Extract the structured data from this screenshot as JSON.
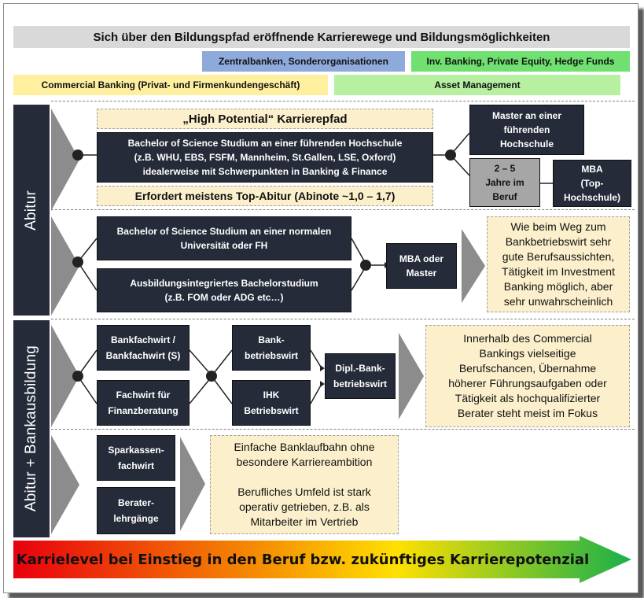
{
  "header": {
    "title": "Sich über den Bildungspfad eröffnende Karrierewege und Bildungsmöglichkeiten",
    "labels": {
      "central_banks": "Zentralbanken, Sonderorganisationen",
      "ib_pe_hf": "Inv. Banking, Private Equity, Hedge Funds",
      "commercial": "Commercial Banking (Privat- und Firmenkundengeschäft)",
      "asset_mgmt": "Asset Management"
    }
  },
  "colors": {
    "central_banks": "#8eaadb",
    "ib_pe_hf": "#70e070",
    "commercial": "#fff0a0",
    "asset_mgmt": "#b6f0a0",
    "box": "#262b3a",
    "note": "#fcf0cc"
  },
  "sidebar": {
    "abitur": "Abitur",
    "abitur_bank": "Abitur + Bankausbildung"
  },
  "sections": {
    "high_potential": {
      "heading": "„High Potential“ Karrierepfad",
      "bachelor": "Bachelor of Science Studium an einer führenden Hochschule\n(z.B. WHU,  EBS,  FSFM, Mannheim, St.Gallen, LSE, Oxford)\nidealerweise  mit Schwerpunkten  in Banking & Finance",
      "requirement": "Erfordert meistens Top-Abitur (Abinote ~1,0 – 1,7)",
      "master": "Master an einer\nführenden\nHochschule",
      "years": "2 – 5\nJahre im\nBeruf",
      "mba": "MBA\n(Top-\nHochschule)"
    },
    "normal": {
      "bachelor": "Bachelor of Science Studium an einer normalen\nUniversität oder FH",
      "integrated": "Ausbildungsintegriertes Bachelorstudium\n(z.B. FOM oder ADG etc…)",
      "mba_master": "MBA oder\nMaster",
      "note": "Wie beim Weg zum\nBankbetriebswirt sehr\ngute Berufsaussichten,\nTätigkeit im Investment\nBanking möglich, aber\nsehr unwahrscheinlich"
    },
    "bank": {
      "fachwirt": "Bankfachwirt /\nBankfachwirt  (S)",
      "finanz": "Fachwirt für\nFinanzberatung",
      "betriebswirt": "Bank-\nbetriebswirt",
      "ihk": "IHK\nBetriebswirt",
      "dipl": "Dipl.-Bank-\nbetriebswirt",
      "note": "Innerhalb  des Commercial\nBankings vielseitige\nBerufschancen,  Übernahme\nhöherer Führungsaufgaben  oder\nTätigkeit als hochqualifizierter\nBerater steht meist im Fokus"
    },
    "sparkasse": {
      "fachwirt": "Sparkassen-\nfachwirt",
      "berater": "Berater-\nlehrgänge",
      "note": "Einfache Banklaufbahn  ohne\nbesondere Karriereambition\n\nBerufliches Umfeld ist stark\noperativ getrieben, z.B.  als\nMitarbeiter im Vertrieb"
    }
  },
  "bottom_arrow": {
    "label": "Karrielevel bei Einstieg in den Beruf bzw. zukünftiges Karrierepotenzial"
  }
}
